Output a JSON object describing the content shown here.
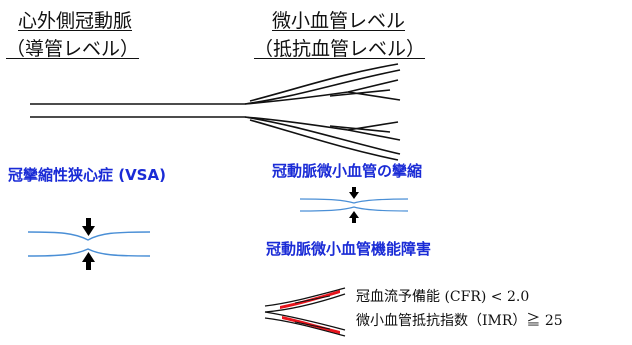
{
  "headings": {
    "epicardial_title": "心外側冠動脈",
    "epicardial_subtitle": "（導管レベル）",
    "micro_title": "微小血管レベル",
    "micro_subtitle": "（抵抗血管レベル）"
  },
  "labels": {
    "vsa": "冠攣縮性狭心症 (VSA)",
    "micro_spasm": "冠動脈微小血管の攣縮",
    "micro_dysfunction": "冠動脈微小血管機能障害"
  },
  "legend": {
    "cfr": "冠血流予備能 (CFR) < 2.0",
    "imr": "微小血管抵抗指数（IMR）≧ 25"
  },
  "colors": {
    "label_blue": "#1a2bd6",
    "vessel_blue": "#4a8fd6",
    "highlight_red": "#e8141c",
    "line": "#111111"
  },
  "icons": {
    "arrow": "black-triangle-arrow",
    "vessel": "branching-vessel-diagram"
  }
}
